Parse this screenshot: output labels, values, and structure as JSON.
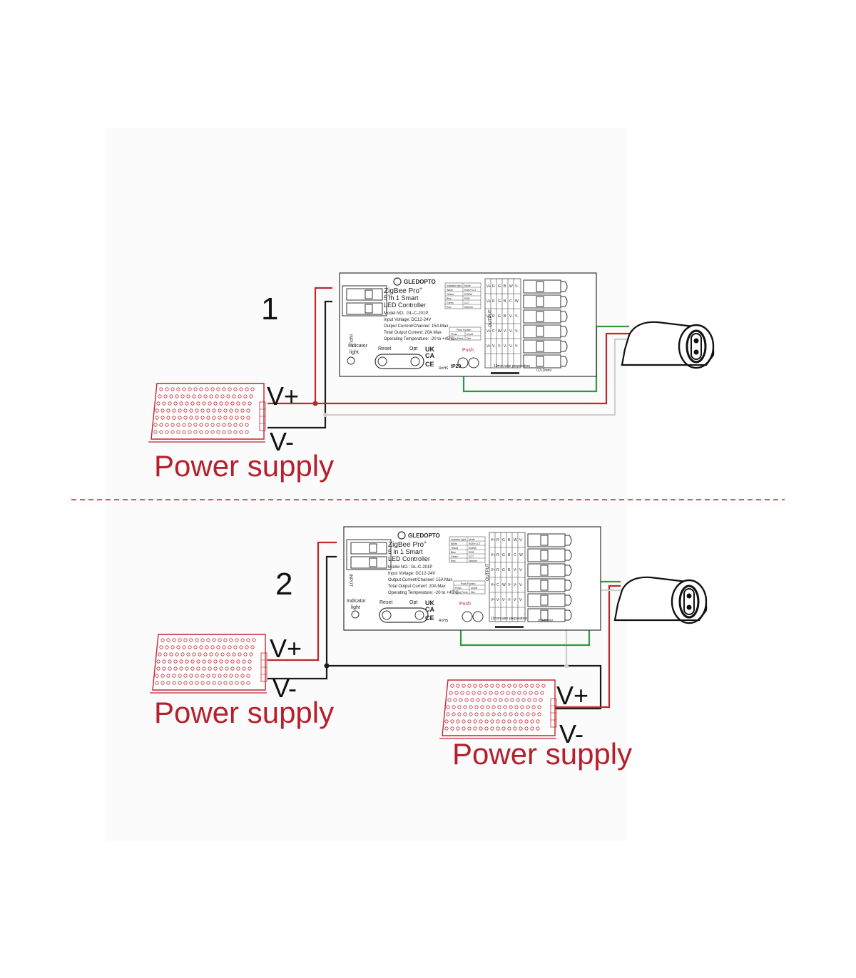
{
  "colors": {
    "red": "#b5202c",
    "wire_red": "#c0262f",
    "wire_black": "#1a1a1a",
    "wire_green": "#2f9a3b",
    "wire_white": "#cfcfcf",
    "paper": "#fbfbfb",
    "divider": "#c0262f"
  },
  "controller": {
    "brand": "GLEDOPTO",
    "product_line1": "ZigBee Pro",
    "product_plus": "+",
    "product_line2": "5 in 1 Smart",
    "product_line3": "LED Controller",
    "model": "Model NO.: GL-C-201P",
    "input_voltage": "Input Voltage: DC12-24V",
    "output_current": "Output Current/Channel: 15A Max",
    "total_current": "Total Output Current: 20A Max",
    "operating_temp": "Operating Temperature: -20 to +45°C",
    "input_label": "INPUT",
    "vplus": "V+",
    "vminus": "V-",
    "indicator_label_1": "Indicator",
    "indicator_label_2": "light",
    "reset_label": "Reset",
    "opt_label": "Opt",
    "push_label": "Push",
    "ip_rating": "IP20",
    "uk": "UK",
    "ca": "CA",
    "ce": "CE",
    "rohs": "RoHS",
    "output_label": "OUTPUT",
    "wire_prep": "10mm wire preparation",
    "wire_size": "0.3-2mm²",
    "mode_table": {
      "headers": [
        "Indicator light",
        "Mode"
      ],
      "rows": [
        [
          "White",
          "RGB+CCT"
        ],
        [
          "Yellow",
          "RGBW"
        ],
        [
          "Blue",
          "RGB"
        ],
        [
          "Green",
          "CCT"
        ],
        [
          "Red",
          "Dimmer"
        ]
      ]
    },
    "push_table": {
      "header": "Push Fuction",
      "rows": [
        [
          "Press",
          "on/off"
        ],
        [
          "Long Press",
          "Dim"
        ]
      ]
    },
    "output_columns": [
      [
        "V+",
        "V+",
        "V+",
        "V+",
        "V+"
      ],
      [
        "R",
        "R",
        "R",
        "C",
        "V-"
      ],
      [
        "G",
        "G",
        "G",
        "W",
        "V-"
      ],
      [
        "B",
        "B",
        "B",
        "V-",
        "V-"
      ],
      [
        "W",
        "C",
        "V-",
        "V-",
        "V-"
      ],
      [
        "V-",
        "W",
        "V-",
        "V-",
        "V-"
      ]
    ]
  },
  "diagrams": [
    {
      "number": "1",
      "psu_label": "Power supply",
      "vplus": "V+",
      "vminus": "V-"
    },
    {
      "number": "2",
      "psu_label": "Power supply",
      "vplus": "V+",
      "vminus": "V-",
      "psu2_label": "Power supply",
      "psu2_vplus": "V+",
      "psu2_vminus": "V-"
    }
  ]
}
